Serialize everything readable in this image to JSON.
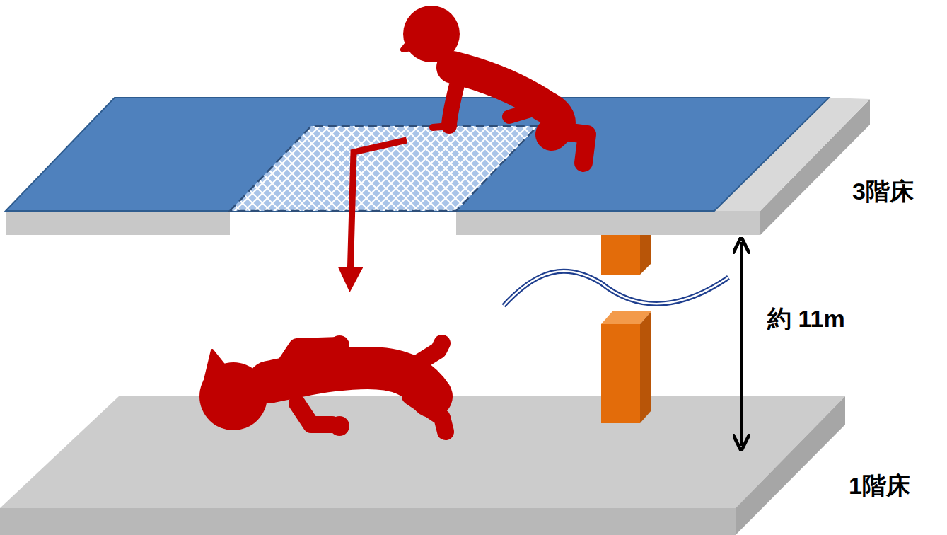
{
  "diagram": {
    "labels": [
      "3階床",
      "約 11m",
      "1階床"
    ]
  }
}
